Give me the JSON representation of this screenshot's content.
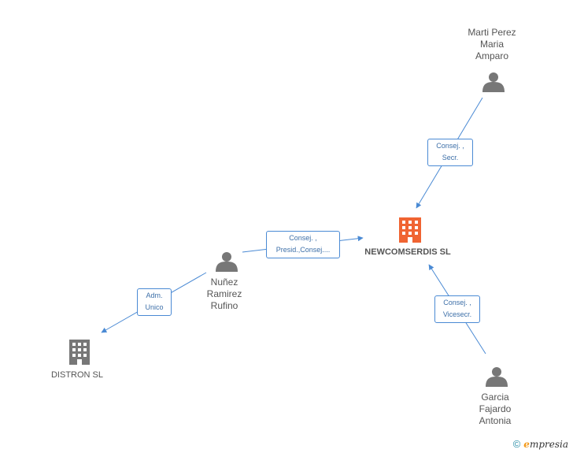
{
  "nodes": {
    "newcomserdis": {
      "label": "NEWCOMSERDIS SL",
      "type": "company-main"
    },
    "distron": {
      "label": "DISTRON SL",
      "type": "company"
    },
    "marti": {
      "label_lines": [
        "Marti Perez",
        "Maria",
        "Amparo"
      ],
      "type": "person"
    },
    "nunez": {
      "label_lines": [
        "Nuñez",
        "Ramirez",
        "Rufino"
      ],
      "type": "person"
    },
    "garcia": {
      "label_lines": [
        "Garcia",
        "Fajardo",
        "Antonia"
      ],
      "type": "person"
    }
  },
  "relations": {
    "marti_newcomserdis": [
      "Consej. ,",
      "Secr."
    ],
    "nunez_newcomserdis": [
      "Consej. ,",
      "Presid.,Consej...."
    ],
    "nunez_distron": [
      "Adm.",
      "Unico"
    ],
    "garcia_newcomserdis": [
      "Consej. ,",
      "Vicesecr."
    ]
  },
  "colors": {
    "edge": "#4a8ad4",
    "person_icon": "#777777",
    "company_icon": "#777777",
    "main_company_icon": "#f06432"
  },
  "footer": {
    "copyright_symbol": "©",
    "brand_initial": "e",
    "brand_rest": "mpresia"
  }
}
